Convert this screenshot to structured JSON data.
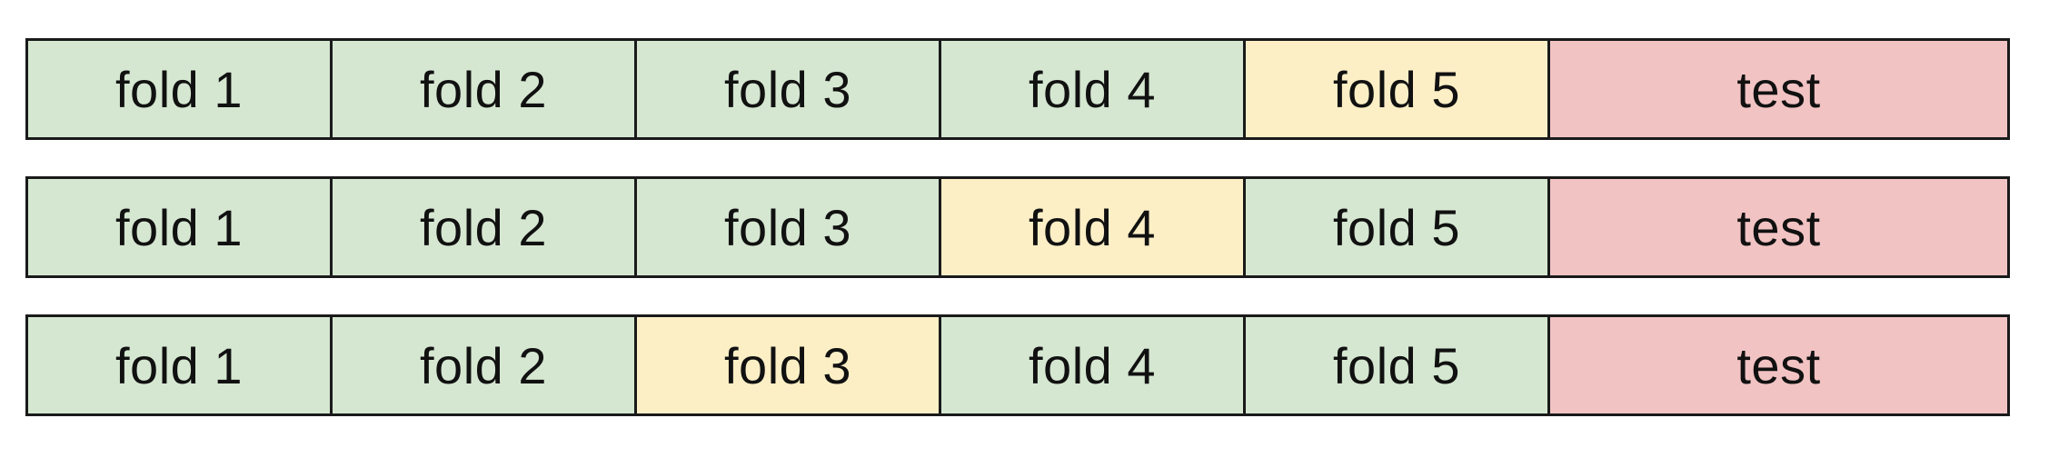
{
  "colors": {
    "train": "#d5e7d1",
    "validation": "#fcefc6",
    "test": "#f2c3c3",
    "border": "#1a1a1a"
  },
  "rows": [
    {
      "cells": [
        {
          "label": "fold 1",
          "role": "train"
        },
        {
          "label": "fold 2",
          "role": "train"
        },
        {
          "label": "fold 3",
          "role": "train"
        },
        {
          "label": "fold 4",
          "role": "train"
        },
        {
          "label": "fold 5",
          "role": "validation"
        },
        {
          "label": "test",
          "role": "test"
        }
      ]
    },
    {
      "cells": [
        {
          "label": "fold 1",
          "role": "train"
        },
        {
          "label": "fold 2",
          "role": "train"
        },
        {
          "label": "fold 3",
          "role": "train"
        },
        {
          "label": "fold 4",
          "role": "validation"
        },
        {
          "label": "fold 5",
          "role": "train"
        },
        {
          "label": "test",
          "role": "test"
        }
      ]
    },
    {
      "cells": [
        {
          "label": "fold 1",
          "role": "train"
        },
        {
          "label": "fold 2",
          "role": "train"
        },
        {
          "label": "fold 3",
          "role": "validation"
        },
        {
          "label": "fold 4",
          "role": "train"
        },
        {
          "label": "fold 5",
          "role": "train"
        },
        {
          "label": "test",
          "role": "test"
        }
      ]
    }
  ]
}
